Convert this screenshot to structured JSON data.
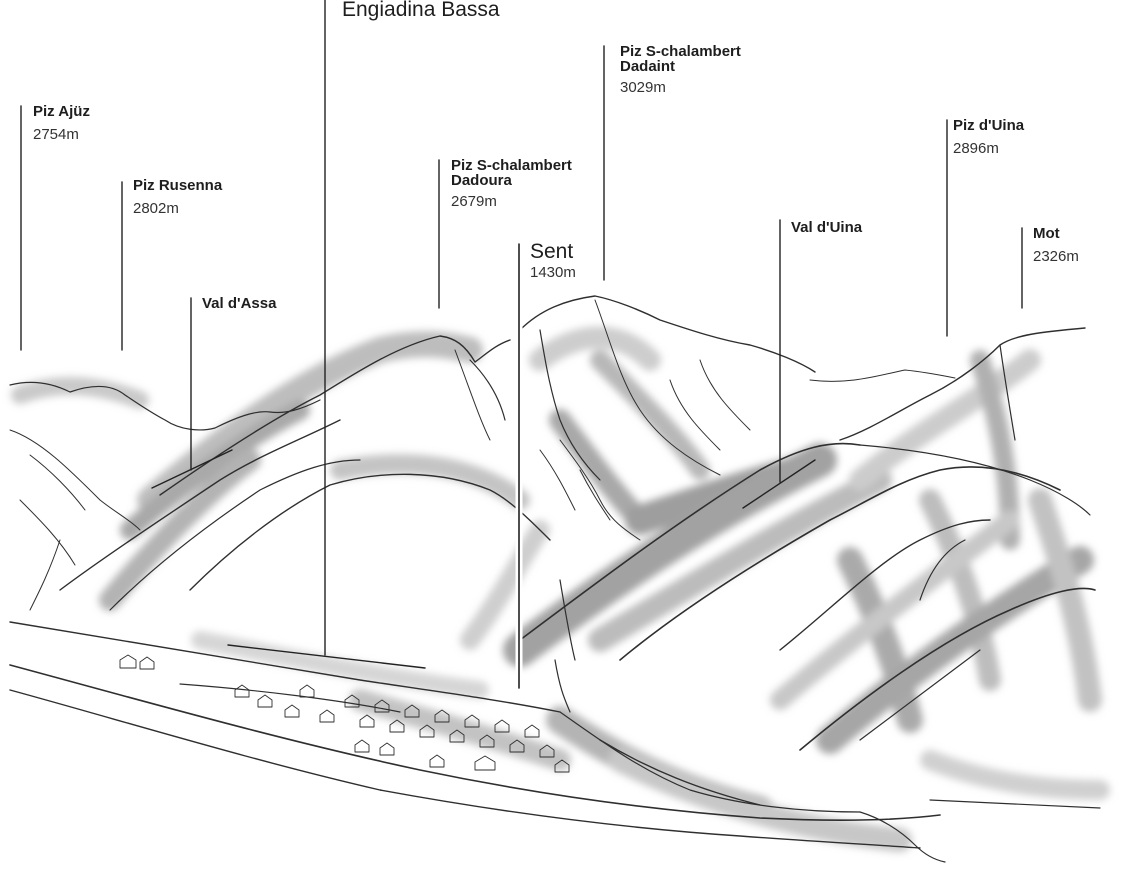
{
  "region_label": "Engiadina Bassa",
  "village": {
    "name": "Sent",
    "elevation": "1430m"
  },
  "peaks": [
    {
      "name": "Piz Ajüz",
      "elevation": "2754m"
    },
    {
      "name": "Piz Rusenna",
      "elevation": "2802m"
    },
    {
      "name_line1": "Piz S-chalambert",
      "name_line2": "Dadoura",
      "elevation": "2679m"
    },
    {
      "name_line1": "Piz S-chalambert",
      "name_line2": "Dadaint",
      "elevation": "3029m"
    },
    {
      "name": "Piz d'Uina",
      "elevation": "2896m"
    },
    {
      "name": "Mot",
      "elevation": "2326m"
    }
  ],
  "valleys": [
    {
      "name": "Val d'Assa"
    },
    {
      "name": "Val d'Uina"
    }
  ],
  "colors": {
    "ink": "#2a2a2a",
    "shade": "#9a9a9a",
    "light_shade": "#cfcfcf",
    "background": "#ffffff"
  }
}
